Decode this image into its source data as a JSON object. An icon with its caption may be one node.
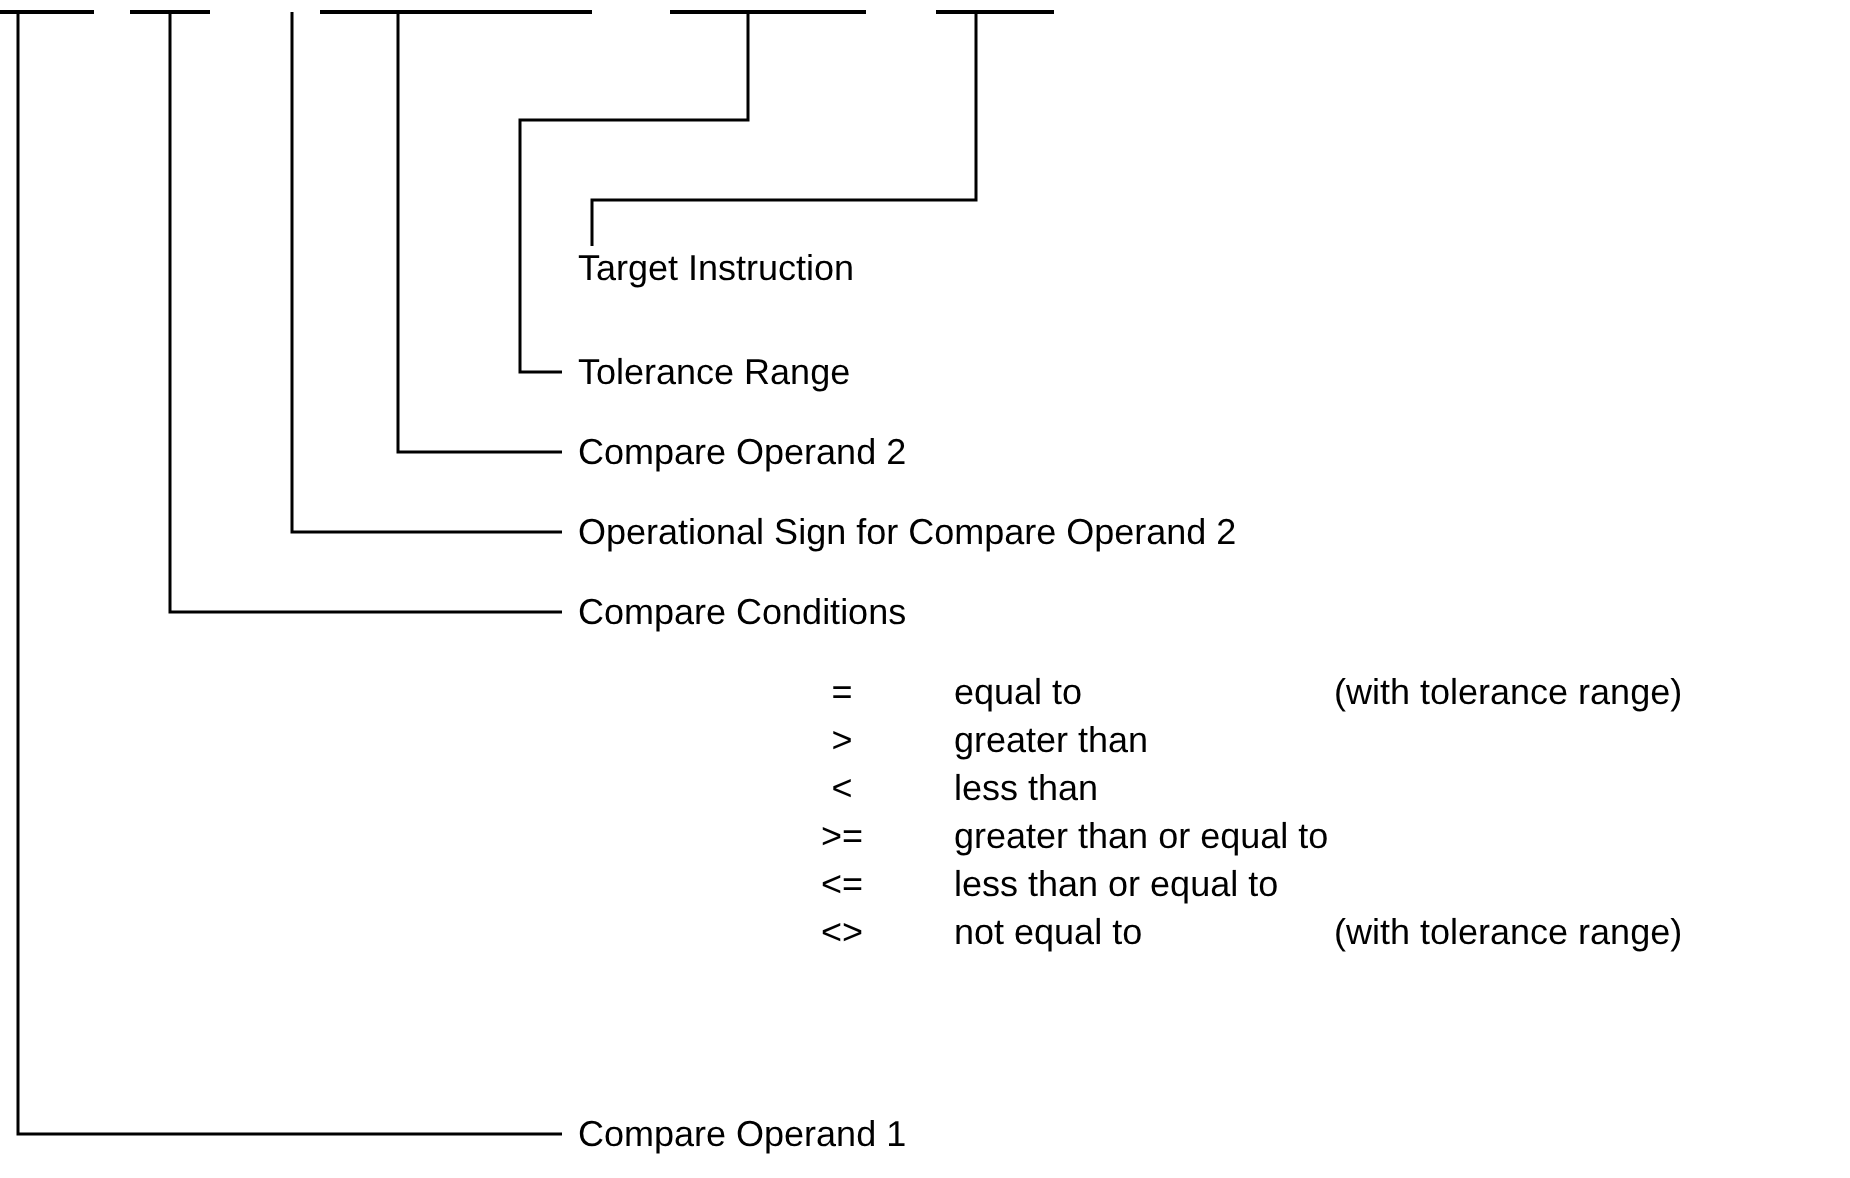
{
  "diagram": {
    "nodes": [
      {
        "text": [],
        "shape": "bar"
      },
      {
        "text": [],
        "shape": "bar"
      },
      {
        "text": [],
        "shape": "bar"
      },
      {
        "text": [],
        "shape": "bar"
      },
      {
        "text": [],
        "shape": "bar"
      },
      {
        "text": [
          "Target Instruction"
        ]
      },
      {
        "text": [
          "Tolerance Range"
        ]
      },
      {
        "text": [
          "Compare Operand 2"
        ]
      },
      {
        "text": [
          "Operational Sign for Compare Operand 2"
        ]
      },
      {
        "text": [
          "Compare Conditions"
        ]
      },
      {
        "text": [
          "Compare Operand 1"
        ]
      }
    ],
    "edges": [
      {
        "from": 5,
        "to": 4,
        "arrow": "none"
      },
      {
        "from": 6,
        "to": 3,
        "arrow": "none"
      },
      {
        "from": 7,
        "to": 2,
        "arrow": "none"
      },
      {
        "from": 8,
        "to": null,
        "arrow": "none"
      },
      {
        "from": 9,
        "to": 1,
        "arrow": "none"
      },
      {
        "from": 10,
        "to": 0,
        "arrow": "none"
      }
    ],
    "labels": [
      "=",
      "equal to",
      "(with tolerance range)",
      ">",
      "greater than",
      "<",
      "less than",
      ">=",
      "greater than or equal to",
      "<=",
      "less than or equal to",
      "<>",
      "not equal to",
      "(with tolerance range)"
    ]
  }
}
